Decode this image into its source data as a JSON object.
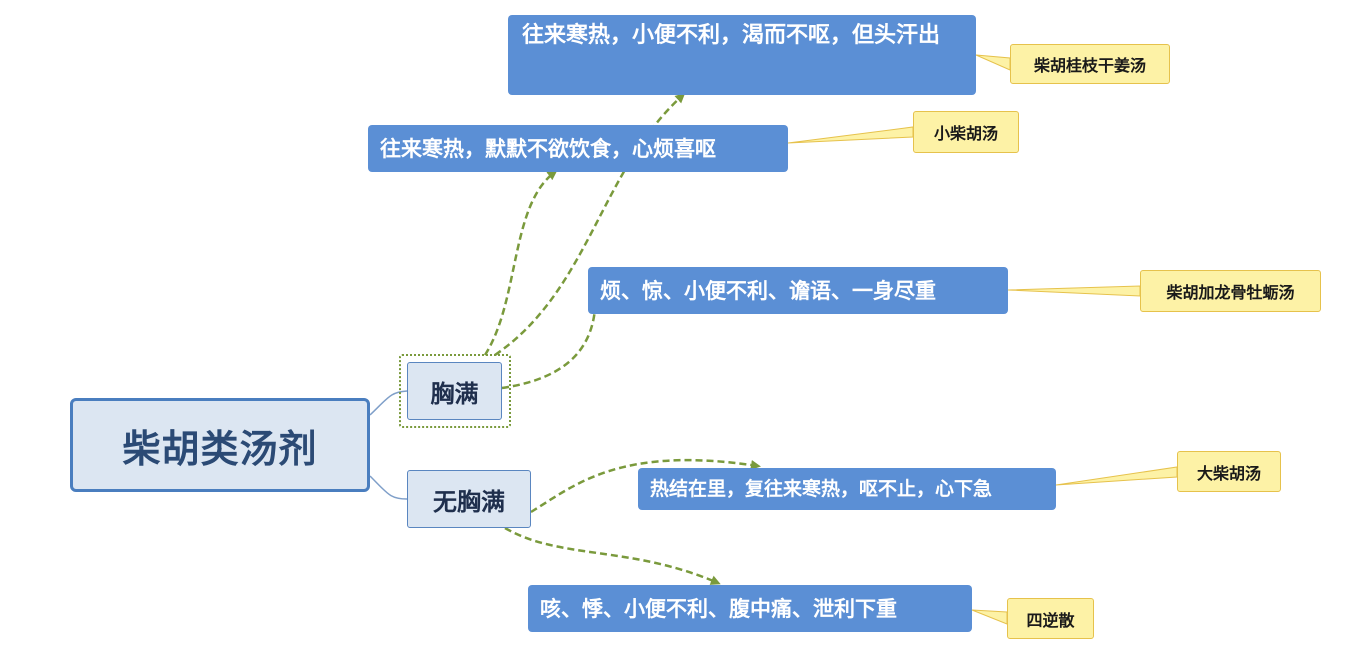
{
  "diagram": {
    "root": {
      "label": "柴胡类汤剂"
    },
    "branches": [
      {
        "label": "胸满",
        "items": [
          {
            "symptoms": "往来寒热，小便不利，渴而不呕，但头汗出",
            "formula": "柴胡桂枝干姜汤"
          },
          {
            "symptoms": "往来寒热，默默不欲饮食，心烦喜呕",
            "formula": "小柴胡汤"
          },
          {
            "symptoms": "烦、惊、小便不利、谵语、一身尽重",
            "formula": "柴胡加龙骨牡蛎汤"
          }
        ]
      },
      {
        "label": "无胸满",
        "items": [
          {
            "symptoms": "热结在里，复往来寒热，呕不止，心下急",
            "formula": "大柴胡汤"
          },
          {
            "symptoms": "咳、悸、小便不利、腹中痛、泄利下重",
            "formula": "四逆散"
          }
        ]
      }
    ],
    "colors": {
      "root_fill": "#dce6f2",
      "root_border": "#4a7ebf",
      "leaf_fill": "#5b8fd5",
      "tag_fill": "#fdf2a6",
      "tag_border": "#e6c24c",
      "arrow": "#7a9a3c",
      "connector": "#7f9fc9"
    }
  }
}
